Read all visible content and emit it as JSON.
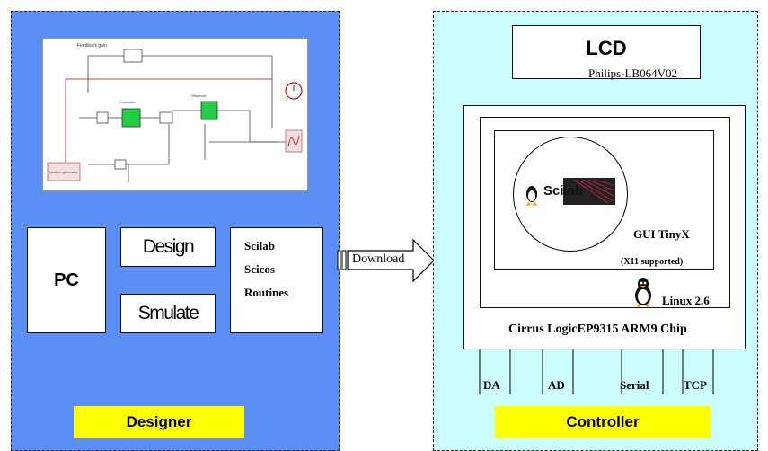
{
  "designer": {
    "pc_label": "PC",
    "design_label": "Design",
    "simulate_label": "Smulate",
    "tools": [
      "Scilab",
      "Scicos",
      "Routines"
    ],
    "footer_label": "Designer",
    "schematic": {
      "feedback_label": "Feedback gain",
      "block_label_1": "Controller",
      "block_label_2": "Observer",
      "generator_label": "random generator"
    }
  },
  "arrow": {
    "label": "Download"
  },
  "controller": {
    "lcd_label": "LCD",
    "lcd_model": "Philips-LB064V02",
    "scilab_logo_text": "Scilab",
    "gui_label": "GUI TinyX",
    "x11_label": "(X11 supported)",
    "linux_label": "Linux 2.6",
    "chip_label": "Cirrus LogicEP9315 ARM9 Chip",
    "ports": [
      "DA",
      "AD",
      "Serial",
      "TCP"
    ],
    "footer_label": "Controller"
  },
  "colors": {
    "designer_bg": "#5b8ef5",
    "controller_bg": "#ccfdfd",
    "label_bar": "#ffff00",
    "block_green": "#22cc44"
  },
  "icons": [
    "tux-icon",
    "scilab-logo",
    "download-arrow-icon",
    "scope-icon",
    "clock-icon"
  ]
}
